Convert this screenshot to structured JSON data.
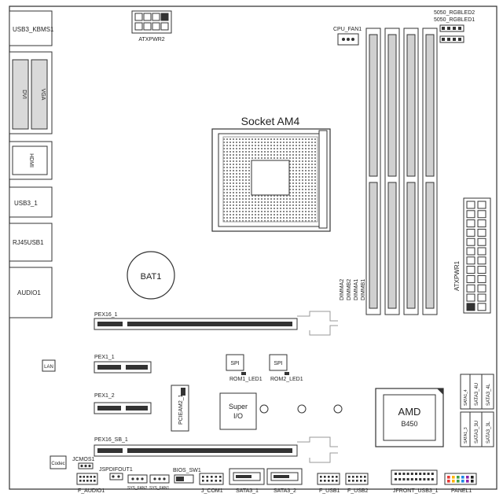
{
  "labels": {
    "usb3_kbms1": "USB3_KBMS1",
    "atxpwr2": "ATXPWR2",
    "cpu_fan1": "CPU_FAN1",
    "rgbled2": "5050_RGBLED2",
    "rgbled1": "5050_RGBLED1",
    "dvi": "DVI",
    "vga": "VGA",
    "socket": "Socket AM4",
    "hdmi": "HDMI",
    "usb3_1": "USB3_1",
    "rj45usb1": "RJ45USB1",
    "bat1": "BAT1",
    "audio1": "AUDIO1",
    "atxpwr1": "ATXPWR1",
    "dimma2": "DIMMA2",
    "dimmb2": "DIMMB2",
    "dimma1": "DIMMA1",
    "dimmb1": "DIMMB1",
    "pex16_1": "PEX16_1",
    "lan": "LAN",
    "pex1_1": "PEX1_1",
    "spi_a": "SPI",
    "spi_b": "SPI",
    "rom1_led1": "ROM1_LED1",
    "rom2_led1": "ROM2_LED1",
    "pex1_2": "PEX1_2",
    "pcieam2_1": "PCIEAM2_1",
    "super_io_1": "Super",
    "super_io_2": "I/O",
    "amd": "AMD",
    "b450": "B450",
    "sata1_4": "SATA1_4",
    "sata3_4u": "SATA3_4U",
    "sata3_4l": "SATA3_4L",
    "sata1_3": "SATA1_3",
    "sata3_3u": "SATA3_3U",
    "sata3_3l": "SATA3_3L",
    "pex16_sb_1": "PEX16_SB_1",
    "codec": "Codec",
    "jcmos1": "JCMOS1",
    "jspdifout1": "JSPDIFOUT1",
    "bios_sw1": "BIOS_SW1",
    "sys_fan2": "SYS_FAN2",
    "sys_fan1": "SYS_FAN1",
    "f_audio1": "F_AUDIO1",
    "j_com1": "J_COM1",
    "sata3_1": "SATA3_1",
    "sata3_2": "SATA3_2",
    "f_usb1": "F_USB1",
    "f_usb2": "F_USB2",
    "jfront_usb3_1": "JFRONT_USB3_1",
    "panel1": "PANEL1"
  },
  "colors": {
    "outline": "#333333",
    "io_fill": "#d9d9d9",
    "dimm_fill": "#d0d0d0",
    "panel_pins": [
      "#e53935",
      "#ffb300",
      "#43a047",
      "#1e88e5",
      "#8e24aa",
      "#212121"
    ]
  }
}
